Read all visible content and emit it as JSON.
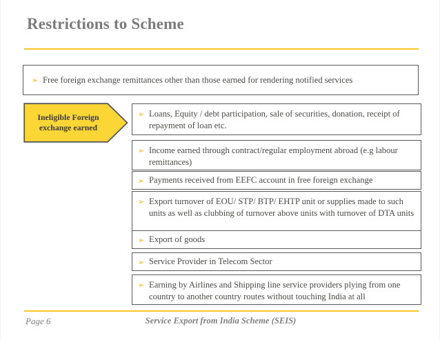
{
  "slide": {
    "title": "Restrictions to Scheme",
    "accent_color": "#ffc425",
    "callout_fill": "#fcd635",
    "callout_border": "#595959",
    "box_border_color": "#595959",
    "title_color": "#7b7b7b",
    "body_text_color": "#4a4a47",
    "bullet_glyph": "➢"
  },
  "top_box": {
    "bullet": "➢",
    "text": "Free foreign exchange remittances other than those earned for rendering notified services"
  },
  "callout": {
    "line1": "Ineligible Foreign",
    "line2": "exchange earned"
  },
  "items": [
    {
      "bullet": "➢",
      "text": "Loans, Equity / debt participation, sale of securities, donation, receipt of repayment of loan etc."
    },
    {
      "bullet": "➢",
      "text": "Income earned through contract/regular employment abroad (e.g labour remittances)"
    },
    {
      "bullet": "➢",
      "text": "Payments received from EEFC account in free foreign exchange"
    },
    {
      "bullet": "➢",
      "text": "Export turnover of EOU/ STP/ BTP/ EHTP unit or supplies made to such units as well as clubbing of turnover above units with turnover of DTA units"
    },
    {
      "bullet": "➢",
      "text": "Export of goods"
    },
    {
      "bullet": "➢",
      "text": "Service Provider in Telecom Sector"
    },
    {
      "bullet": "➢",
      "text": "Earning by Airlines and Shipping line service providers plying from one country to another country routes without touching India at all"
    }
  ],
  "footer": {
    "page_label": "Page 6",
    "center_label": "Service Export from India Scheme (SEIS)"
  }
}
